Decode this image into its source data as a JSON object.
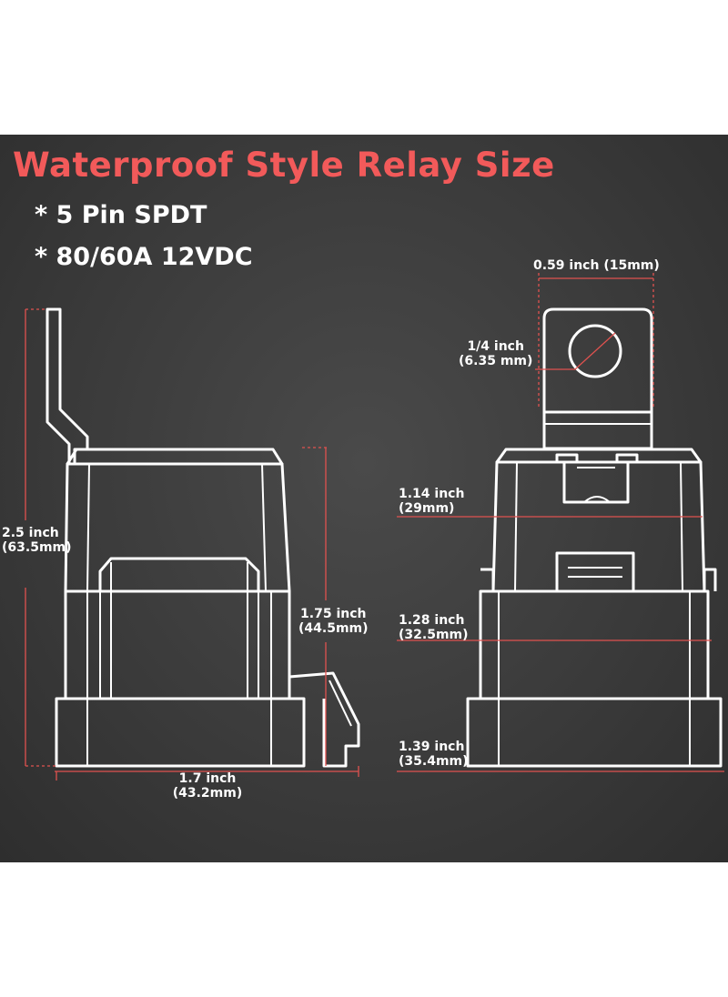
{
  "title": "Waterproof Style Relay Size",
  "specs": [
    "* 5 Pin SPDT",
    "* 80/60A 12VDC"
  ],
  "dimensions": {
    "height_total": {
      "inch": "2.5 inch",
      "mm": "(63.5mm)"
    },
    "height_body": {
      "inch": "1.75 inch",
      "mm": "(44.5mm)"
    },
    "width_side": {
      "inch": "1.7 inch",
      "mm": "(43.2mm)"
    },
    "tab_width": {
      "inch": "0.59 inch (15mm)"
    },
    "hole": {
      "inch": "1/4 inch",
      "mm": "(6.35 mm)"
    },
    "width_top": {
      "inch": "1.14 inch",
      "mm": "(29mm)"
    },
    "width_mid": {
      "inch": "1.28 inch",
      "mm": "(32.5mm)"
    },
    "width_base": {
      "inch": "1.39 inch",
      "mm": "(35.4mm)"
    }
  },
  "colors": {
    "title": "#f25a5a",
    "dimension_line": "#e0524f",
    "outline": "#ffffff",
    "background": "#3b3b3b"
  }
}
